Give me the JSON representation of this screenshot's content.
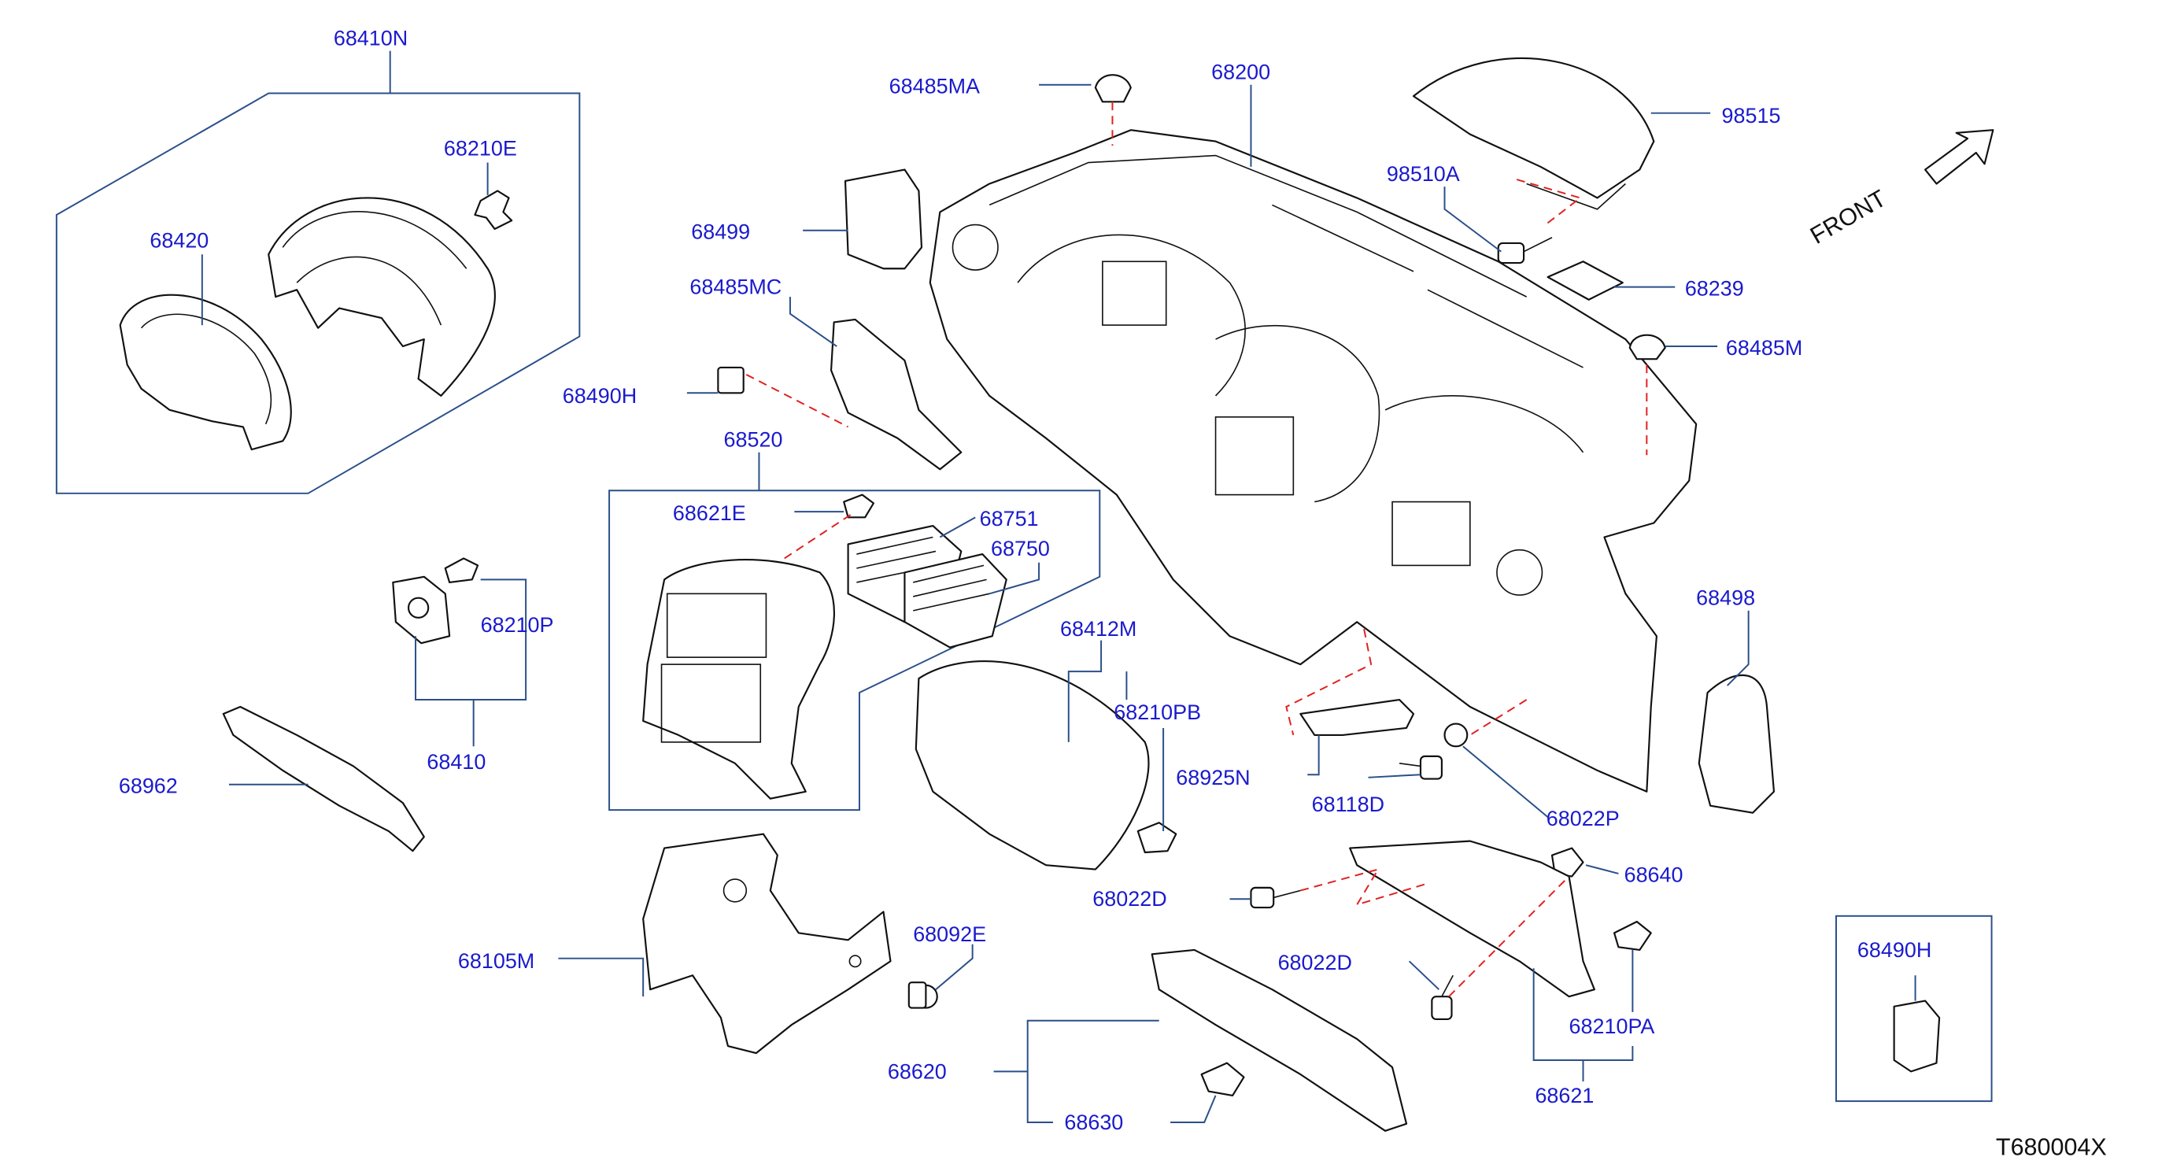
{
  "diagram_code": "T680004X",
  "front_label": "FRONT",
  "labels": {
    "p68410N": "68410N",
    "p68210E": "68210E",
    "p68420": "68420",
    "p68210P": "68210P",
    "p68410": "68410",
    "p68962": "68962",
    "p68485MA": "68485MA",
    "p68200": "68200",
    "p98515": "98515",
    "p98510A": "98510A",
    "p68239": "68239",
    "p68485M": "68485M",
    "p68499": "68499",
    "p68485MC": "68485MC",
    "p68490H": "68490H",
    "p68520": "68520",
    "p68621E": "68621E",
    "p68751": "68751",
    "p68750": "68750",
    "p68412M": "68412M",
    "p68210PB": "68210PB",
    "p68925N": "68925N",
    "p68118D": "68118D",
    "p68022P": "68022P",
    "p68498": "68498",
    "p68022D_a": "68022D",
    "p68640": "68640",
    "p68105M": "68105M",
    "p68092E": "68092E",
    "p68022D_b": "68022D",
    "p68210PA": "68210PA",
    "p68620": "68620",
    "p68630": "68630",
    "p68621": "68621",
    "p68490H_inset": "68490H"
  }
}
